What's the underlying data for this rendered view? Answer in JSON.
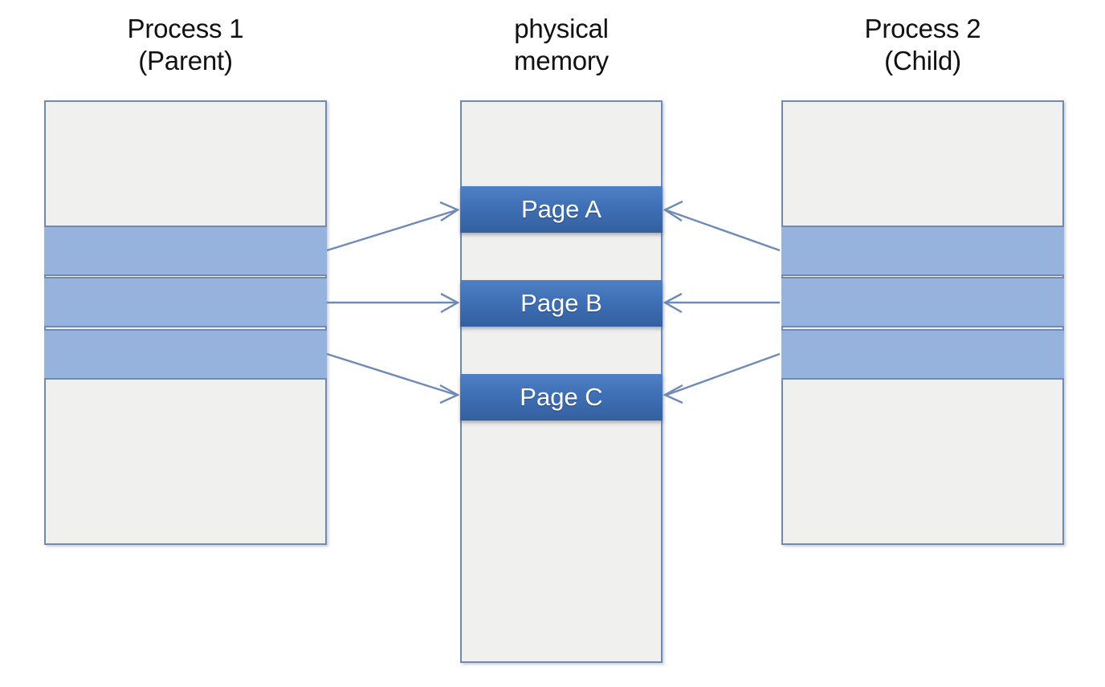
{
  "diagram": {
    "title_left": "Process 1\n(Parent)",
    "title_center": "physical\nmemory",
    "title_right": "Process 2\n(Child)",
    "colors": {
      "page_block_top": "#4f80c6",
      "page_block_bottom": "#33609f",
      "band_fill": "#95b3dd",
      "box_fill": "#f0f0ef",
      "outline": "#6e8ab5",
      "arrow": "#6e8ab5",
      "page_label_text": "#ffffff"
    },
    "processes": [
      {
        "name": "Process 1 (Parent)",
        "side": "left",
        "entries": [
          {
            "label": "",
            "type": "empty"
          },
          {
            "label": "",
            "type": "mapped"
          },
          {
            "label": "",
            "type": "mapped"
          },
          {
            "label": "",
            "type": "mapped"
          },
          {
            "label": "",
            "type": "empty"
          }
        ]
      },
      {
        "name": "Process 2 (Child)",
        "side": "right",
        "entries": [
          {
            "label": "",
            "type": "empty"
          },
          {
            "label": "",
            "type": "mapped"
          },
          {
            "label": "",
            "type": "mapped"
          },
          {
            "label": "",
            "type": "mapped"
          },
          {
            "label": "",
            "type": "empty"
          }
        ]
      }
    ],
    "physical_memory": {
      "name": "physical memory",
      "pages": [
        {
          "label": "Page A"
        },
        {
          "label": "Page B"
        },
        {
          "label": "Page C"
        }
      ]
    },
    "mappings": [
      {
        "from": "Process 1 band 1",
        "to": "Page A",
        "direction": "to-memory"
      },
      {
        "from": "Process 1 band 2",
        "to": "Page B",
        "direction": "to-memory"
      },
      {
        "from": "Process 1 band 3",
        "to": "Page C",
        "direction": "to-memory"
      },
      {
        "from": "Process 2 band 1",
        "to": "Page A",
        "direction": "to-memory"
      },
      {
        "from": "Process 2 band 2",
        "to": "Page B",
        "direction": "to-memory"
      },
      {
        "from": "Process 2 band 3",
        "to": "Page C",
        "direction": "to-memory"
      }
    ]
  }
}
